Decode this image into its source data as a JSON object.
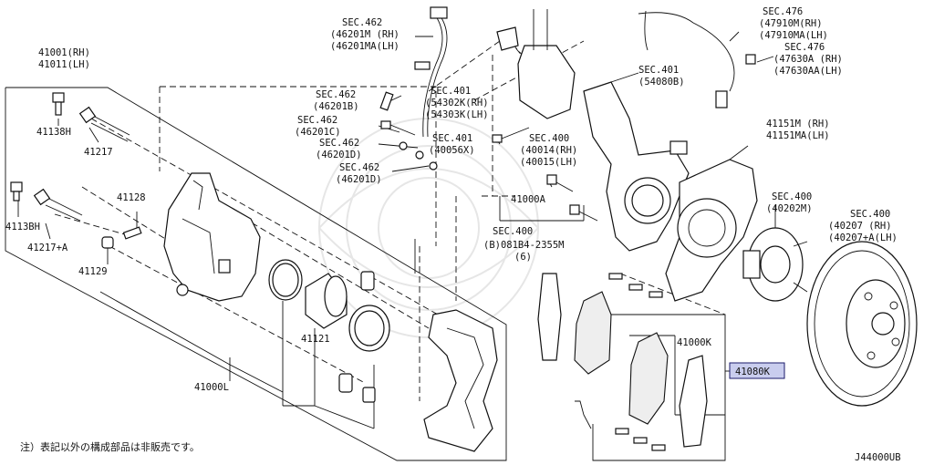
{
  "diagram_id": "J44000UB",
  "note": "注）表記以外の構成部品は非販売です。",
  "labels": {
    "sec462_a_1": "SEC.462",
    "sec462_a_2": "(46201M (RH)",
    "sec462_a_3": "(46201MA(LH)",
    "sec476_a_1": "SEC.476",
    "sec476_a_2": "(47910M(RH)",
    "sec476_a_3": "(47910MA(LH)",
    "sec476_b_1": "SEC.476",
    "sec476_b_2": "(47630A (RH)",
    "sec476_b_3": "(47630AA(LH)",
    "p41001_1": "41001(RH)",
    "p41001_2": "41011(LH)",
    "sec401_a_1": "SEC.401",
    "sec401_a_2": "(54080B)",
    "sec401_b_1": "SEC.401",
    "sec401_b_2": "(54302K(RH)",
    "sec401_b_3": "(54303K(LH)",
    "sec462_b_1": "SEC.462",
    "sec462_b_2": "(46201B)",
    "sec462_c_1": "SEC.462",
    "sec462_c_2": "(46201C)",
    "sec401_c_1": "SEC.401",
    "sec401_c_2": "(40056X)",
    "sec400_a_1": "SEC.400",
    "sec400_a_2": "(40014(RH)",
    "sec400_a_3": "(40015(LH)",
    "sec462_d_1": "SEC.462",
    "sec462_d_2": "(46201D)",
    "sec462_e_1": "SEC.462",
    "sec462_e_2": "(46201D)",
    "p41151_1": "41151M (RH)",
    "p41151_2": "41151MA(LH)",
    "p41138h_a": "41138H",
    "p41217_a": "41217",
    "p41128": "41128",
    "p41000a": "41000A",
    "sec400_b_1": "SEC.400",
    "sec400_b_2": "(40202M)",
    "sec400_c_1": "SEC.400",
    "sec400_c_2": "(40207  (RH)",
    "sec400_c_3": "(40207+A(LH)",
    "p4113bh": "4113BH",
    "p41217a": "41217+A",
    "sec400_d_1": "SEC.400",
    "sec400_d_2": "(B)081B4-2355M",
    "sec400_d_3": "(6)",
    "p41129": "41129",
    "p41121": "41121",
    "p41000k": "41000K",
    "p41080k": "41080K",
    "p41000l": "41000L"
  },
  "colors": {
    "highlight_fill": "#c9cdee",
    "highlight_border": "#1a1a6b"
  }
}
